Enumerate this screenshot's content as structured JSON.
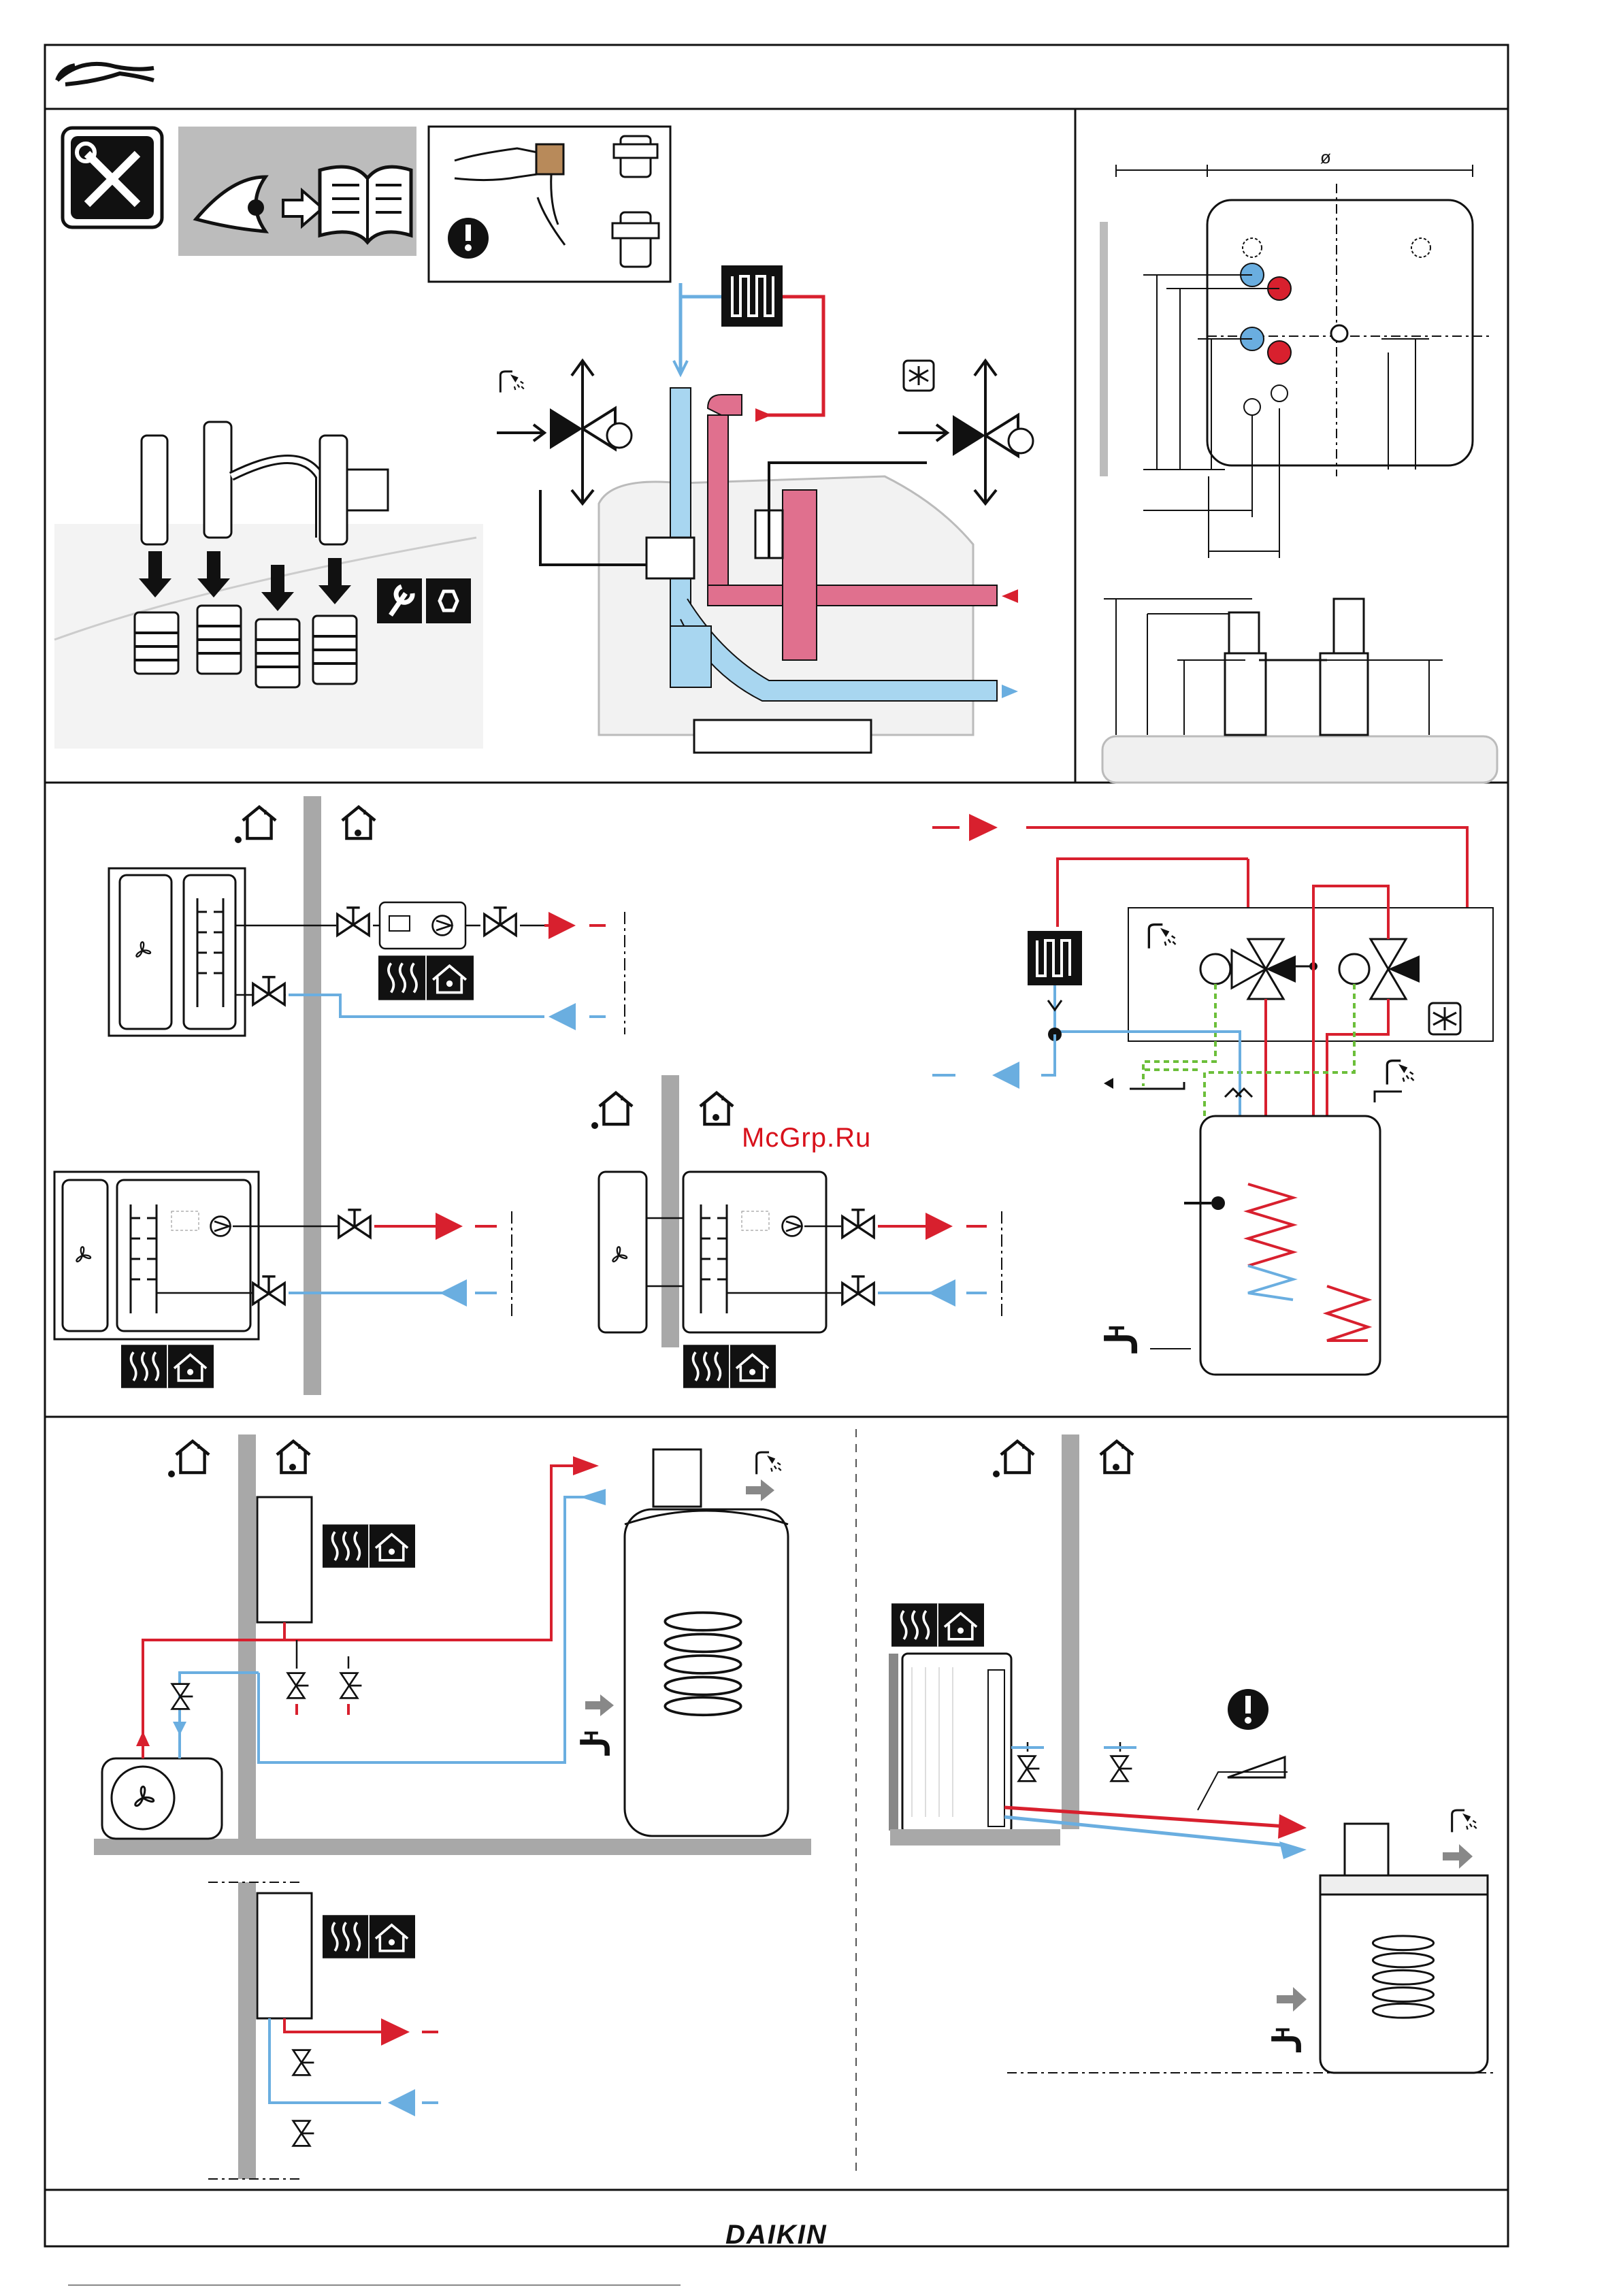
{
  "watermark": "McGrp.Ru",
  "brand": "DAIKIN",
  "dimension_symbol": "ø",
  "colors": {
    "flow_red": "#d8202e",
    "return_blue": "#6aaee0",
    "pipe_pink": "#e0708e",
    "pipe_lightblue": "#a8d6f0",
    "wall_grey": "#a8a8a8",
    "green_dashed": "#6cbf3a",
    "icon_black": "#111111",
    "panel_grey": "#bcbcbc"
  },
  "icons": [
    "tools-icon",
    "read-manual-icon",
    "warning-icon",
    "thread-seal-icon",
    "underfloor-heating-icon",
    "shower-icon",
    "snowflake-icon",
    "wrench-icon",
    "nut-icon",
    "radiator-icon",
    "indoor-house-icon",
    "outdoor-house-icon",
    "fan-icon",
    "tap-icon",
    "pump-icon",
    "valve-icon",
    "three-way-valve-icon",
    "slope-icon"
  ]
}
